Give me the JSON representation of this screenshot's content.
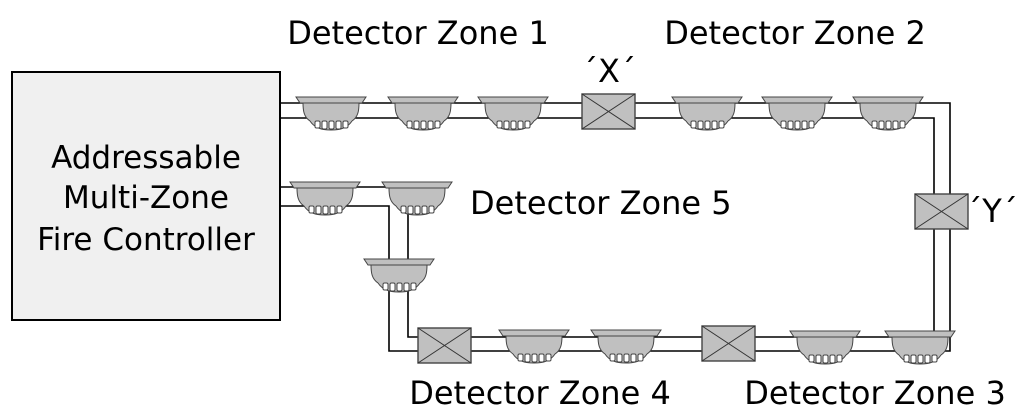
{
  "controller": {
    "lines": [
      "Addressable",
      "Multi-Zone",
      "Fire Controller"
    ]
  },
  "zones": {
    "zone1": "Detector Zone 1",
    "zone2": "Detector Zone 2",
    "zone3": "Detector Zone 3",
    "zone4": "Detector Zone 4",
    "zone5": "Detector Zone 5"
  },
  "junctions": {
    "x": "´X´",
    "y": "´Y´"
  },
  "colors": {
    "device_fill": "#c0c0c0",
    "controller_fill": "#f0f0f0",
    "line": "#000000"
  }
}
